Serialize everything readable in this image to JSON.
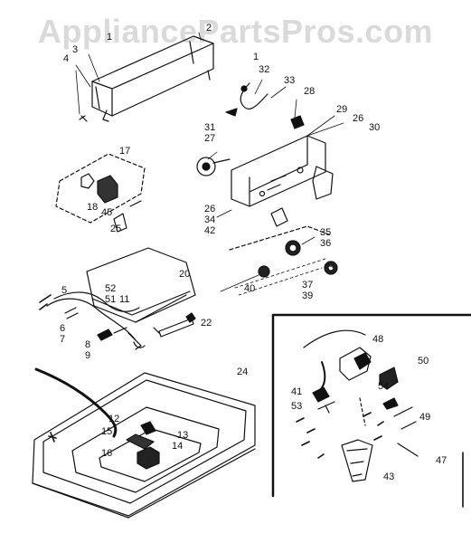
{
  "watermark": "AppliancePartsPros.com",
  "callouts": [
    {
      "id": "c1",
      "text": "1"
    },
    {
      "id": "c2",
      "text": "2"
    },
    {
      "id": "c3",
      "text": "3"
    },
    {
      "id": "c4",
      "text": "4"
    },
    {
      "id": "c1b",
      "text": "1"
    },
    {
      "id": "c32",
      "text": "32"
    },
    {
      "id": "c33",
      "text": "33"
    },
    {
      "id": "c28",
      "text": "28"
    },
    {
      "id": "c29",
      "text": "29"
    },
    {
      "id": "c26a",
      "text": "26"
    },
    {
      "id": "c30",
      "text": "30"
    },
    {
      "id": "c31",
      "text": "31"
    },
    {
      "id": "c27",
      "text": "27"
    },
    {
      "id": "c17",
      "text": "17"
    },
    {
      "id": "c18",
      "text": "18"
    },
    {
      "id": "c45",
      "text": "45"
    },
    {
      "id": "c25",
      "text": "25"
    },
    {
      "id": "c26b",
      "text": "26"
    },
    {
      "id": "c34",
      "text": "34"
    },
    {
      "id": "c42",
      "text": "42"
    },
    {
      "id": "c35",
      "text": "35"
    },
    {
      "id": "c36",
      "text": "36"
    },
    {
      "id": "c40",
      "text": "40"
    },
    {
      "id": "c37",
      "text": "37"
    },
    {
      "id": "c39",
      "text": "39"
    },
    {
      "id": "c20",
      "text": "20"
    },
    {
      "id": "c5",
      "text": "5"
    },
    {
      "id": "c52",
      "text": "52"
    },
    {
      "id": "c51",
      "text": "51"
    },
    {
      "id": "c11",
      "text": "11"
    },
    {
      "id": "c22",
      "text": "22"
    },
    {
      "id": "c6",
      "text": "6"
    },
    {
      "id": "c7",
      "text": "7"
    },
    {
      "id": "c8",
      "text": "8"
    },
    {
      "id": "c9",
      "text": "9"
    },
    {
      "id": "c48",
      "text": "48"
    },
    {
      "id": "c50",
      "text": "50"
    },
    {
      "id": "c41",
      "text": "41"
    },
    {
      "id": "c54",
      "text": "54"
    },
    {
      "id": "c53",
      "text": "53"
    },
    {
      "id": "c49",
      "text": "49"
    },
    {
      "id": "c47",
      "text": "47"
    },
    {
      "id": "c43",
      "text": "43"
    },
    {
      "id": "c24",
      "text": "24"
    },
    {
      "id": "c12",
      "text": "12"
    },
    {
      "id": "c15",
      "text": "15"
    },
    {
      "id": "c13",
      "text": "13"
    },
    {
      "id": "c14",
      "text": "14"
    },
    {
      "id": "c16",
      "text": "16"
    }
  ]
}
